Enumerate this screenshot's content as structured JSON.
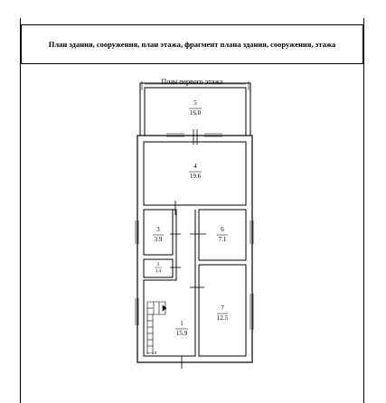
{
  "header": {
    "title": "План здания, сооружения, план этажа, фрагмент плана здания, сооружения, этажа"
  },
  "plan": {
    "subtitle": "План первого этажа",
    "rooms": [
      {
        "number": "5",
        "area": "16.0"
      },
      {
        "number": "4",
        "area": "19.6"
      },
      {
        "number": "3",
        "area": "3.9"
      },
      {
        "number": "6",
        "area": "7.1"
      },
      {
        "number": "2",
        "area": "1.4"
      },
      {
        "number": "7",
        "area": "12.5"
      },
      {
        "number": "1",
        "area": "15.9"
      }
    ],
    "mark": "h=2.8"
  }
}
